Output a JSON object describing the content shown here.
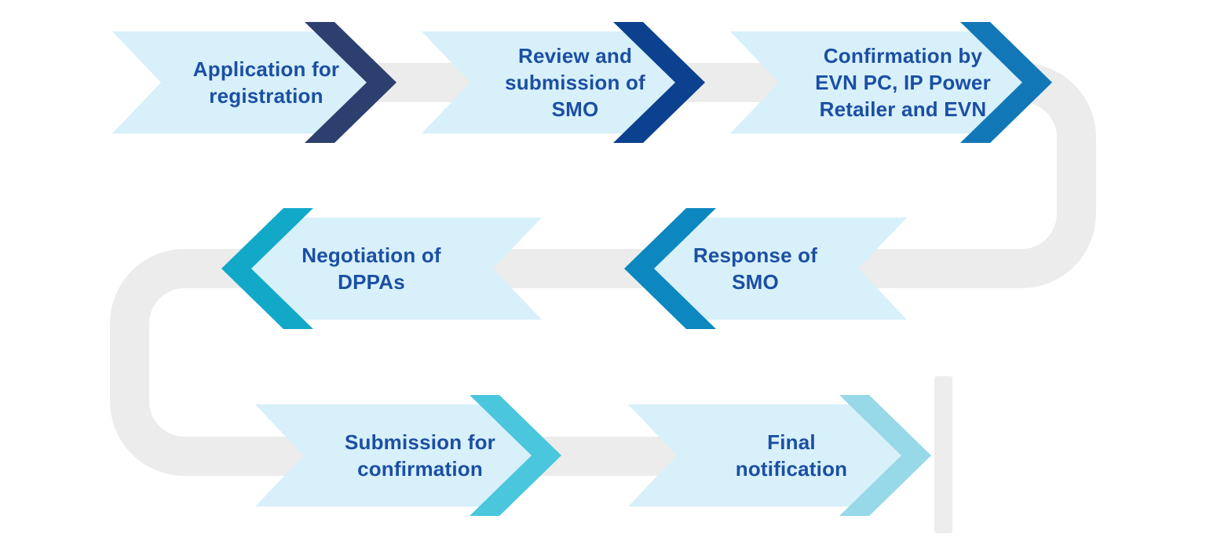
{
  "flow": {
    "steps": [
      {
        "label": "Application for\nregistration",
        "chevron_color": "#2d3f6e"
      },
      {
        "label": "Review and\nsubmission of\nSMO",
        "chevron_color": "#0b418f"
      },
      {
        "label": "Confirmation by\nEVN PC, IP Power\nRetailer and EVN",
        "chevron_color": "#1277b7"
      },
      {
        "label": "Response of\nSMO",
        "chevron_color": "#0c87c0"
      },
      {
        "label": "Negotiation of\nDPPAs",
        "chevron_color": "#12a9c9"
      },
      {
        "label": "Submission for\nconfirmation",
        "chevron_color": "#4ac6dd"
      },
      {
        "label": "Final\nnotification",
        "chevron_color": "#97d8e9"
      }
    ],
    "colors": {
      "body": "#d7f0fa",
      "text": "#1c4fa3",
      "track": "#ececec",
      "end_bar": "#ededed"
    }
  }
}
